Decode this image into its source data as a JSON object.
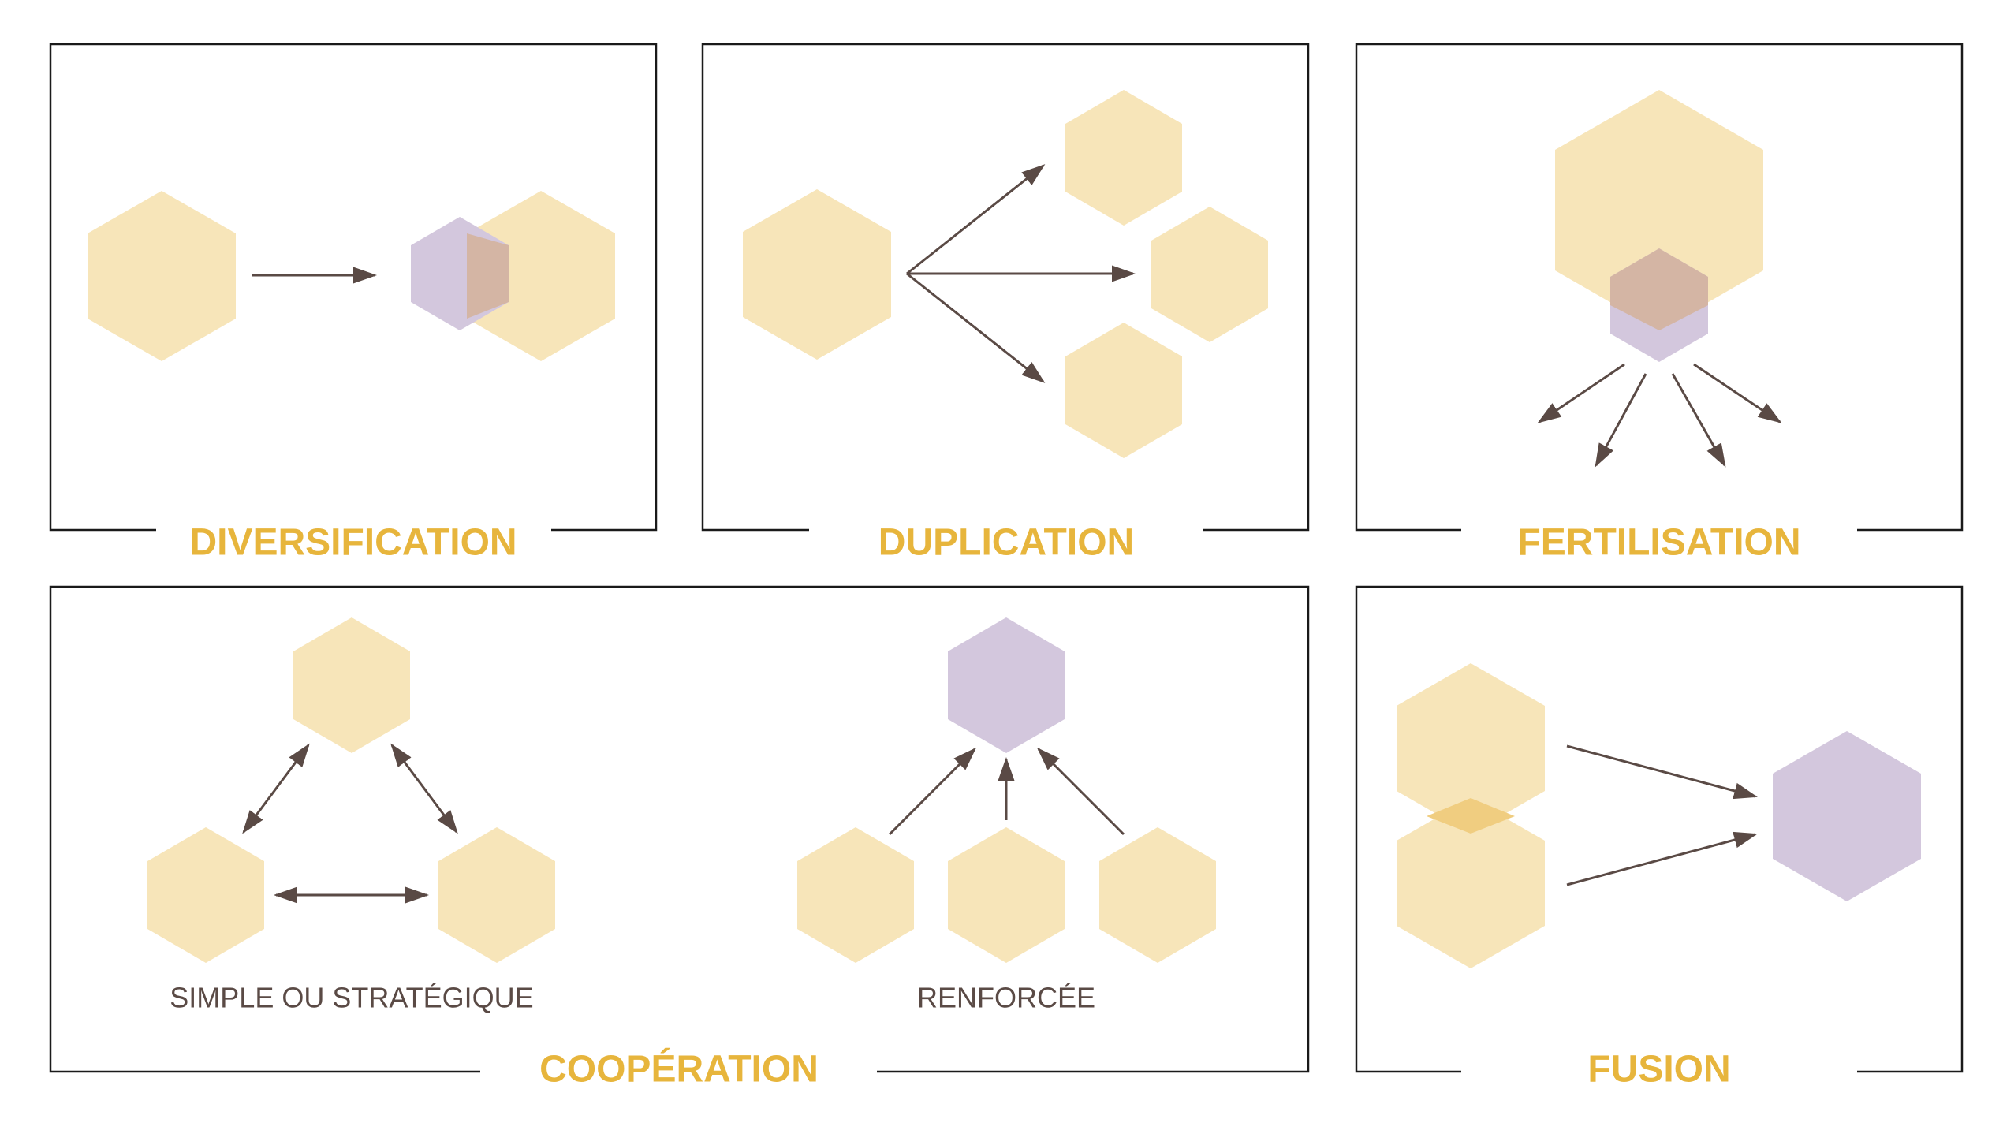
{
  "panels": {
    "diversification": {
      "title": "DIVERSIFICATION"
    },
    "duplication": {
      "title": "DUPLICATION"
    },
    "fertilisation": {
      "title": "FERTILISATION"
    },
    "cooperation": {
      "title": "COOPÉRATION",
      "left_caption": "SIMPLE OU STRATÉGIQUE",
      "right_caption": "RENFORCÉE"
    },
    "fusion": {
      "title": "FUSION"
    }
  },
  "colors": {
    "title_accent": "#e7b53c",
    "hexagon_yellow": "#f7e5b9",
    "hexagon_purple": "#d3c7dd",
    "overlap_brown": "#d4b5a4",
    "arrow": "#5a4a45",
    "caption": "#5a4a45",
    "frame": "#1a1a1a"
  }
}
